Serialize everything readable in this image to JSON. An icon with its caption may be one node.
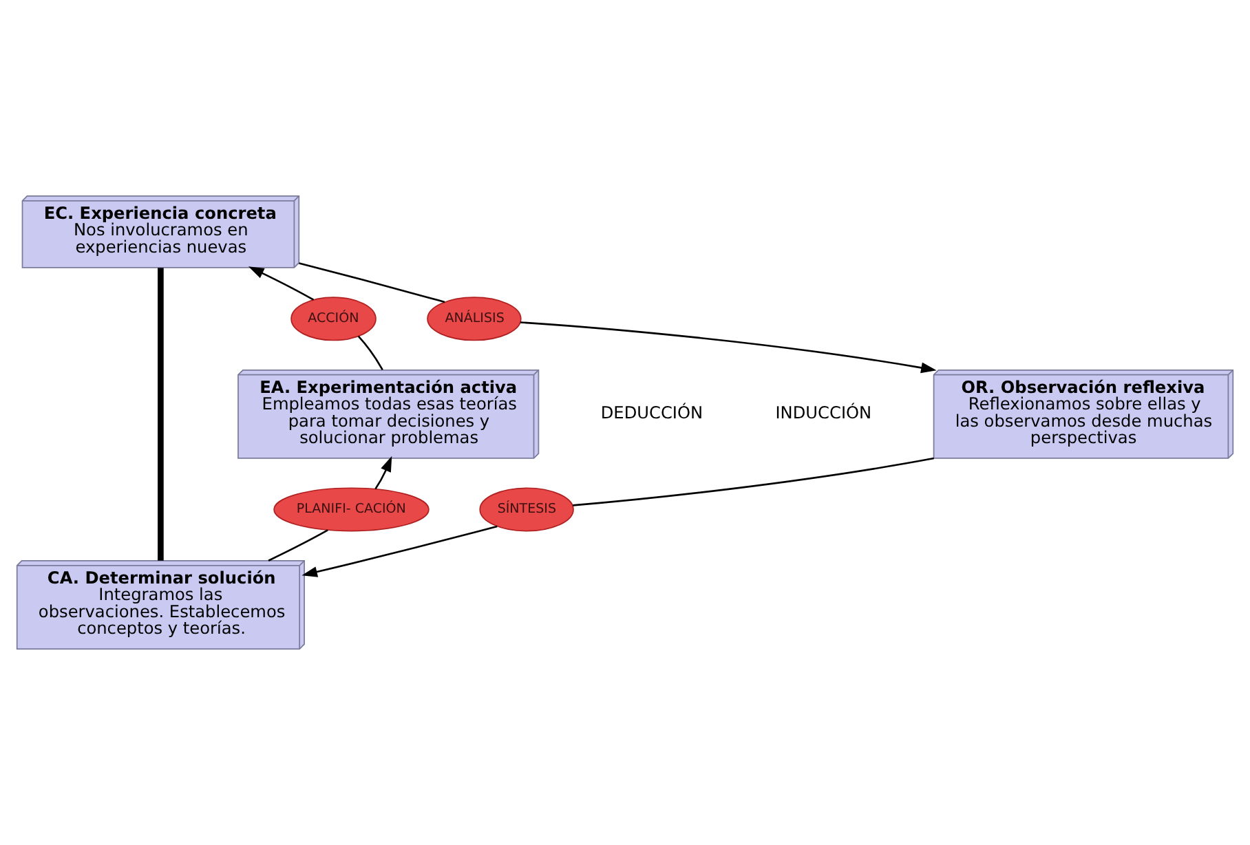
{
  "diagram": {
    "nodes": [
      {
        "text": [
          "EC. Experiencia concreta",
          "Nos involucramos en experiencias nuevas"
        ]
      },
      {
        "text": [
          "OR. Observación reflexiva",
          "Reflexionamos sobre ellas y las observamos desde muchas perspectivas"
        ]
      },
      {
        "text": [
          "CA. Determinar solución",
          "Integramos las observaciones. Establecemos conceptos y teorías."
        ]
      },
      {
        "text": [
          "EA. Experimentación activa",
          "Empleamos todas esas teorías para tomar decisiones y solucionar problemas"
        ]
      },
      {
        "text": [
          "ACCIÓN"
        ]
      },
      {
        "text": [
          "ANÁLISIS"
        ]
      },
      {
        "text": [
          "SÍNTESIS"
        ]
      },
      {
        "text": [
          "PLANIFI- CACIÓN"
        ]
      }
    ],
    "edges": [
      {
        "from": 0,
        "to": 5,
        "arrow": "none"
      },
      {
        "from": 5,
        "to": 1,
        "arrow": "to"
      },
      {
        "from": 1,
        "to": 6,
        "arrow": "none"
      },
      {
        "from": 6,
        "to": 2,
        "arrow": "to"
      },
      {
        "from": 2,
        "to": 7,
        "arrow": "none"
      },
      {
        "from": 7,
        "to": 3,
        "arrow": "to"
      },
      {
        "from": 3,
        "to": 4,
        "arrow": "none"
      },
      {
        "from": 4,
        "to": 0,
        "arrow": "to"
      },
      {
        "from": 0,
        "to": 2,
        "arrow": "none",
        "style": "thick"
      }
    ],
    "labels": [
      "DEDUCCIÓN",
      "INDUCCIÓN"
    ]
  }
}
